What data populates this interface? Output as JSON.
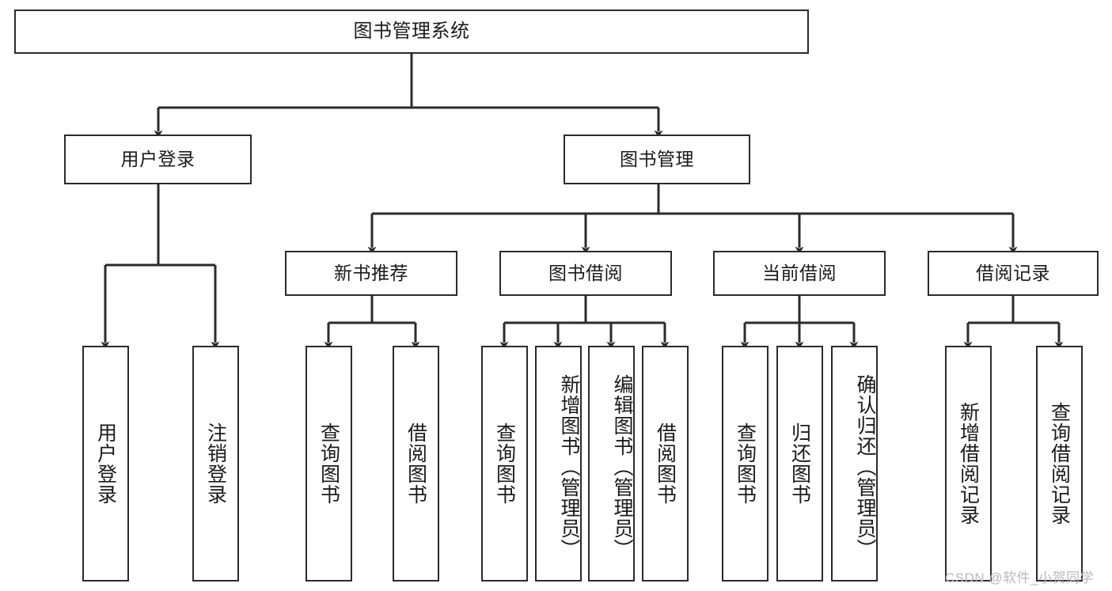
{
  "diagram": {
    "title": "图书管理系统",
    "type": "tree-hierarchy",
    "watermark": "CSDN @软件_小贺同学",
    "colors": {
      "stroke": "#2b2b2b",
      "fill": "#ffffff",
      "text": "#1a1a1a",
      "watermark": "#b9b9b9"
    },
    "nodes": {
      "root": {
        "label": "图书管理系统",
        "level": 0
      },
      "user_login": {
        "label": "用户登录",
        "level": 1
      },
      "book_manage": {
        "label": "图书管理",
        "level": 1
      },
      "new_book_rec": {
        "label": "新书推荐",
        "level": 2
      },
      "book_borrow": {
        "label": "图书借阅",
        "level": 2
      },
      "current_borrow": {
        "label": "当前借阅",
        "level": 2
      },
      "borrow_record": {
        "label": "借阅记录",
        "level": 2
      },
      "leaf_user_login": {
        "label": "用户登录",
        "level": 3
      },
      "leaf_logout": {
        "label": "注销登录",
        "level": 3
      },
      "leaf_query_book_1": {
        "label": "查询图书",
        "level": 3
      },
      "leaf_borrow_book_1": {
        "label": "借阅图书",
        "level": 3
      },
      "leaf_query_book_2": {
        "label": "查询图书",
        "level": 3
      },
      "leaf_add_book_admin": {
        "label": "新增图书（管理员）",
        "level": 3
      },
      "leaf_edit_book_admin": {
        "label": "编辑图书（管理员）",
        "level": 3
      },
      "leaf_borrow_book_2": {
        "label": "借阅图书",
        "level": 3
      },
      "leaf_query_book_3": {
        "label": "查询图书",
        "level": 3
      },
      "leaf_return_book": {
        "label": "归还图书",
        "level": 3
      },
      "leaf_confirm_return_admin": {
        "label": "确认归还（管理员）",
        "level": 3
      },
      "leaf_add_borrow_record": {
        "label": "新增借阅记录",
        "level": 3
      },
      "leaf_query_borrow_record": {
        "label": "查询借阅记录",
        "level": 3
      }
    },
    "edges": [
      {
        "from": "root",
        "to": "user_login"
      },
      {
        "from": "root",
        "to": "book_manage"
      },
      {
        "from": "user_login",
        "to": "leaf_user_login"
      },
      {
        "from": "user_login",
        "to": "leaf_logout"
      },
      {
        "from": "book_manage",
        "to": "new_book_rec"
      },
      {
        "from": "book_manage",
        "to": "book_borrow"
      },
      {
        "from": "book_manage",
        "to": "current_borrow"
      },
      {
        "from": "book_manage",
        "to": "borrow_record"
      },
      {
        "from": "new_book_rec",
        "to": "leaf_query_book_1"
      },
      {
        "from": "new_book_rec",
        "to": "leaf_borrow_book_1"
      },
      {
        "from": "book_borrow",
        "to": "leaf_query_book_2"
      },
      {
        "from": "book_borrow",
        "to": "leaf_add_book_admin"
      },
      {
        "from": "book_borrow",
        "to": "leaf_edit_book_admin"
      },
      {
        "from": "book_borrow",
        "to": "leaf_borrow_book_2"
      },
      {
        "from": "current_borrow",
        "to": "leaf_query_book_3"
      },
      {
        "from": "current_borrow",
        "to": "leaf_return_book"
      },
      {
        "from": "current_borrow",
        "to": "leaf_confirm_return_admin"
      },
      {
        "from": "borrow_record",
        "to": "leaf_add_borrow_record"
      },
      {
        "from": "borrow_record",
        "to": "leaf_query_borrow_record"
      }
    ]
  }
}
